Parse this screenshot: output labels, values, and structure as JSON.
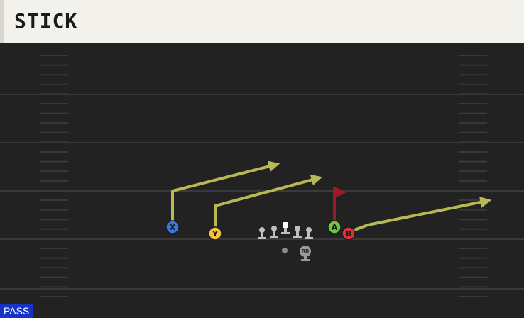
{
  "play": {
    "title": "STICK",
    "type_tag": "PASS"
  },
  "colors": {
    "route": "#b9b954",
    "block_route": "#9b1a2b",
    "field": "#222222",
    "yard_line": "#3a3a3a",
    "x_button": "#3b78d8",
    "y_button": "#f3c23b",
    "a_button": "#6ec73a",
    "b_button": "#d8323f"
  },
  "receivers": [
    {
      "id": "x",
      "label": "X",
      "icon": "x-button-icon"
    },
    {
      "id": "y",
      "label": "Y",
      "icon": "y-button-icon"
    },
    {
      "id": "a",
      "label": "A",
      "icon": "a-button-icon"
    },
    {
      "id": "b",
      "label": "B",
      "icon": "b-button-icon"
    }
  ],
  "backfield": {
    "rb_label": "RB"
  }
}
